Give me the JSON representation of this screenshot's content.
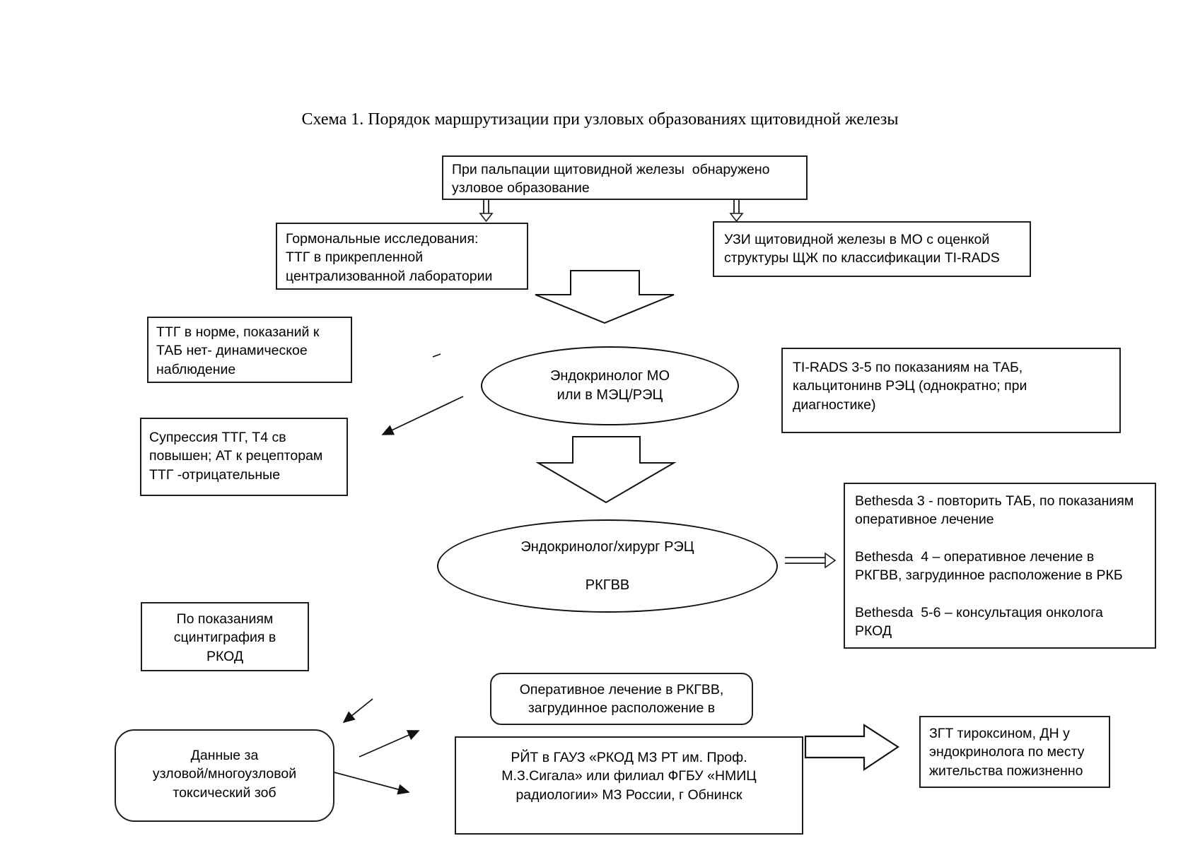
{
  "page": {
    "title": "Схема 1. Порядок маршрутизации при узловых образованиях щитовидной железы"
  },
  "colors": {
    "line": "#1a1a1a",
    "background": "#ffffff",
    "text": "#000000"
  },
  "nodes": {
    "palpation": {
      "text": "При пальпации щитовидной железы  обнаружено\nузловое образование"
    },
    "hormonal": {
      "text": "Гормональные исследования:\nТТГ в прикрепленной\nцентрализованной лаборатории"
    },
    "uzi": {
      "text": "УЗИ щитовидной железы в МО с оценкой\nструктуры ЩЖ по классификации TI-RADS"
    },
    "ttg_norm": {
      "text": "ТТГ в норме, показаний к\nТАБ нет- динамическое\nнаблюдение"
    },
    "tirads": {
      "text": "TI-RADS 3-5 по показаниям на ТАБ,\nкальцитонинв РЭЦ (однократно; при\nдиагностике)"
    },
    "suppression": {
      "text": "Супрессия ТТГ, Т4 св\nповышен; АТ к рецепторам\nТТГ -отрицательные"
    },
    "endo_mo": {
      "text": "Эндокринолог МО\nили в МЭЦ/РЭЦ"
    },
    "endo_rec": {
      "text": "Эндокринолог/хирург РЭЦ\n\nРКГВВ"
    },
    "bethesda": {
      "text": "Bethesda 3 - повторить ТАБ, по показаниям\nоперативное лечение\n\nBethesda  4 – оперативное лечение в\nРКГВВ, загрудинное расположение в РКБ\n\nBethesda  5-6 – консультация онколога\nРКОД"
    },
    "scintigraphy": {
      "text": "По показаниям\nсцинтиграфия в\nРКОД"
    },
    "operative": {
      "text": "Оперативное лечение в РКГВВ,\nзагрудинное расположение в"
    },
    "ryt": {
      "text": "РЙТ в ГАУЗ «РКОД МЗ РТ им. Проф.\nМ.З.Сигала» или филиал ФГБУ «НМИЦ\nрадиологии» МЗ России, г Обнинск"
    },
    "zgt": {
      "text": "ЗГТ тироксином, ДН у\nэндокринолога по месту\nжительства пожизненно"
    },
    "toxic_goiter": {
      "text": "Данные за\nузловой/многоузловой\nтоксический зоб"
    }
  }
}
